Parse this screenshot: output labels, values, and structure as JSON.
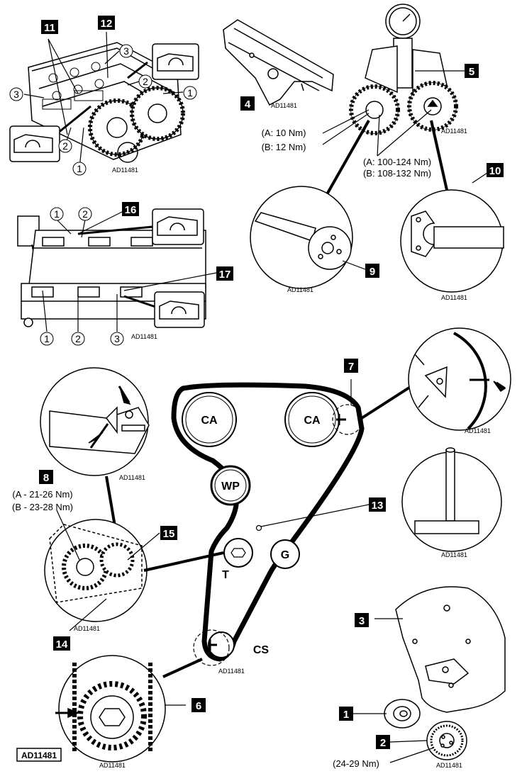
{
  "ref_code": "AD11481",
  "torque": {
    "item8_a": "(A - 21-26 Nm)",
    "item8_b": "(B - 23-28 Nm)",
    "item9_a": "(A: 10 Nm)",
    "item9_b": "(B: 12 Nm)",
    "item10_a": "(A: 100-124 Nm)",
    "item10_b": "(B: 108-132 Nm)",
    "item2": "(24-29 Nm)"
  },
  "pulleys": {
    "cam1": "CA",
    "cam2": "CA",
    "water_pump": "WP",
    "tensioner": "T",
    "guide": "G",
    "crankshaft": "CS"
  },
  "callouts": [
    "1",
    "2",
    "3",
    "4",
    "5",
    "6",
    "7",
    "8",
    "9",
    "10",
    "11",
    "12",
    "13",
    "14",
    "15",
    "16",
    "17"
  ],
  "circled_numbers": [
    "1",
    "2",
    "3"
  ]
}
